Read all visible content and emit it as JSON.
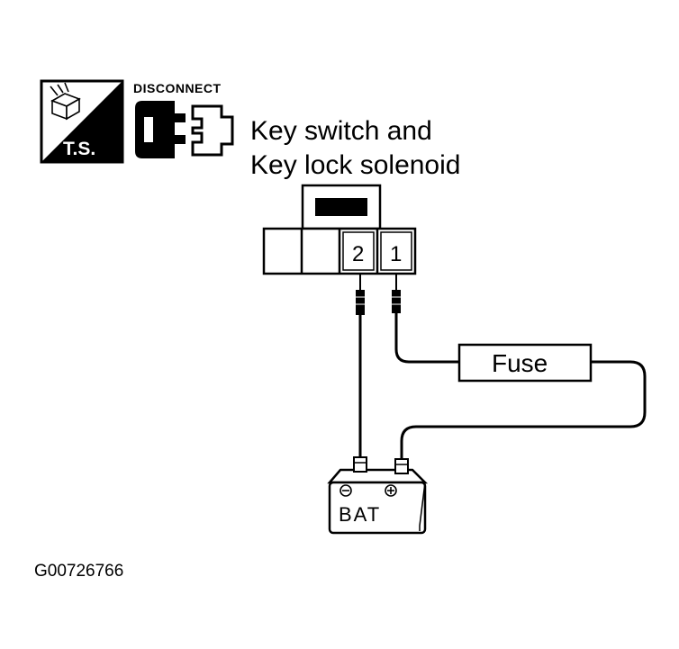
{
  "icons": {
    "ts_badge": {
      "label": "T.S.",
      "icon": "test-stand-icon"
    },
    "disconnect": {
      "label": "DISCONNECT",
      "icon": "connector-disconnect-icon"
    }
  },
  "title": {
    "line1": "Key switch and",
    "line2": "Key lock solenoid"
  },
  "connector": {
    "terminals": [
      "2",
      "1"
    ]
  },
  "fuse": {
    "label": "Fuse"
  },
  "battery": {
    "label": "BAT"
  },
  "figure_ref": "G00726766"
}
